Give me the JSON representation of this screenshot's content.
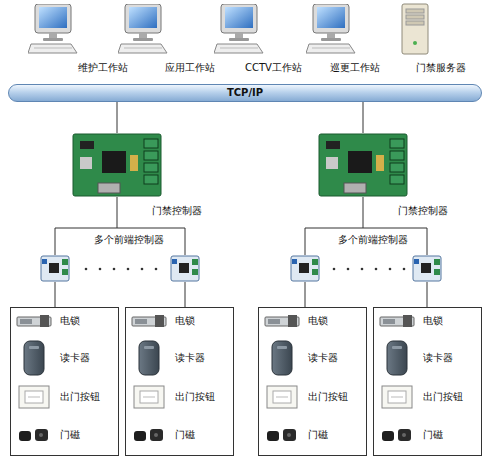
{
  "diagram": {
    "nodes": [
      {
        "text": [
          "维护工作站"
        ]
      },
      {
        "text": [
          "应用工作站"
        ]
      },
      {
        "text": [
          "CCTV工作站"
        ]
      },
      {
        "text": [
          "巡更工作站"
        ]
      },
      {
        "text": [
          "门禁服务器"
        ]
      },
      {
        "text": [
          "TCP/IP"
        ]
      },
      {
        "text": [
          "门禁控制器"
        ]
      },
      {
        "text": [
          "门禁控制器"
        ]
      },
      {
        "text": [
          "电锁"
        ]
      },
      {
        "text": [
          "读卡器"
        ]
      },
      {
        "text": [
          "出门按钮"
        ]
      },
      {
        "text": [
          "门磁"
        ]
      },
      {
        "text": [
          "电锁"
        ]
      },
      {
        "text": [
          "读卡器"
        ]
      },
      {
        "text": [
          "出门按钮"
        ]
      },
      {
        "text": [
          "门磁"
        ]
      },
      {
        "text": [
          "电锁"
        ]
      },
      {
        "text": [
          "读卡器"
        ]
      },
      {
        "text": [
          "出门按钮"
        ]
      },
      {
        "text": [
          "门磁"
        ]
      },
      {
        "text": [
          "电锁"
        ]
      },
      {
        "text": [
          "读卡器"
        ]
      },
      {
        "text": [
          "出门按钮"
        ]
      },
      {
        "text": [
          "门磁"
        ]
      }
    ],
    "edges": [
      {
        "from": 5,
        "to": 6,
        "arrow": "none"
      },
      {
        "from": 5,
        "to": 7,
        "arrow": "none"
      }
    ],
    "labels": [
      "多个前端控制器",
      "多个前端控制器"
    ]
  }
}
